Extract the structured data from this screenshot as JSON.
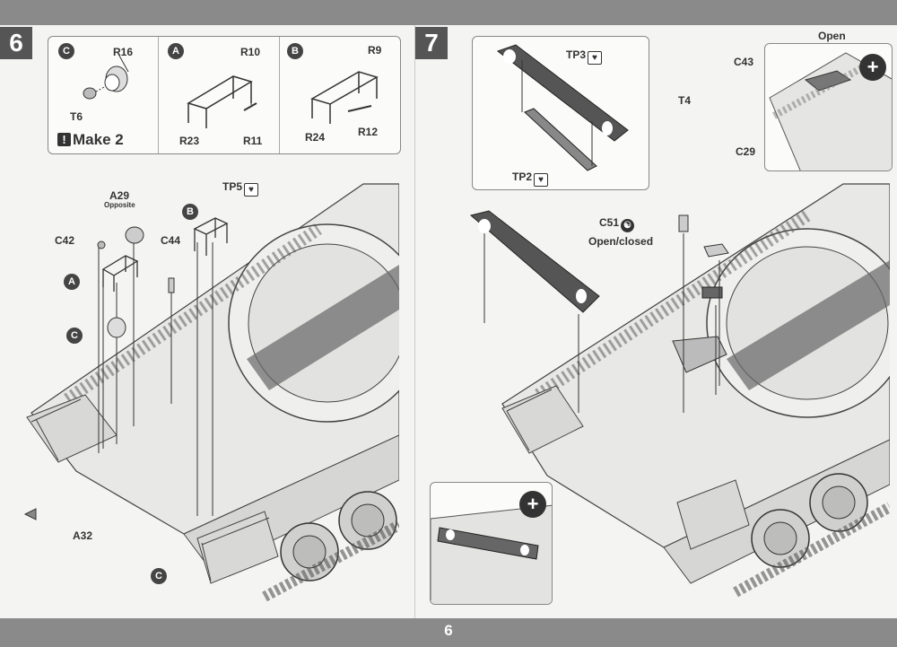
{
  "page_number": "6",
  "left_step": {
    "number": "6",
    "sub_c": {
      "badge": "C",
      "parts": [
        "R16",
        "T6"
      ],
      "make_text": "Make 2"
    },
    "sub_a": {
      "badge": "A",
      "parts": [
        "R10",
        "R23",
        "R11"
      ]
    },
    "sub_b": {
      "badge": "B",
      "parts": [
        "R9",
        "R24",
        "R12"
      ]
    },
    "callouts": {
      "a29": "A29",
      "a29_note": "Opposite",
      "tp5": "TP5",
      "c42": "C42",
      "c44": "C44",
      "badge_a": "A",
      "badge_b": "B",
      "badge_c1": "C",
      "badge_c2": "C",
      "a32": "A32"
    }
  },
  "right_step": {
    "number": "7",
    "detail_box": {
      "parts": [
        "TP3",
        "TP2"
      ]
    },
    "open_label": "Open",
    "callouts": {
      "c43": "C43",
      "t4": "T4",
      "c29": "C29",
      "c51": "C51",
      "c51_note": "Open/closed"
    }
  },
  "icons": {
    "zoom": "magnify-plus-icon",
    "decal": "decal-heart-icon",
    "exclaim": "exclamation-icon",
    "optional": "yin-yang-icon"
  }
}
